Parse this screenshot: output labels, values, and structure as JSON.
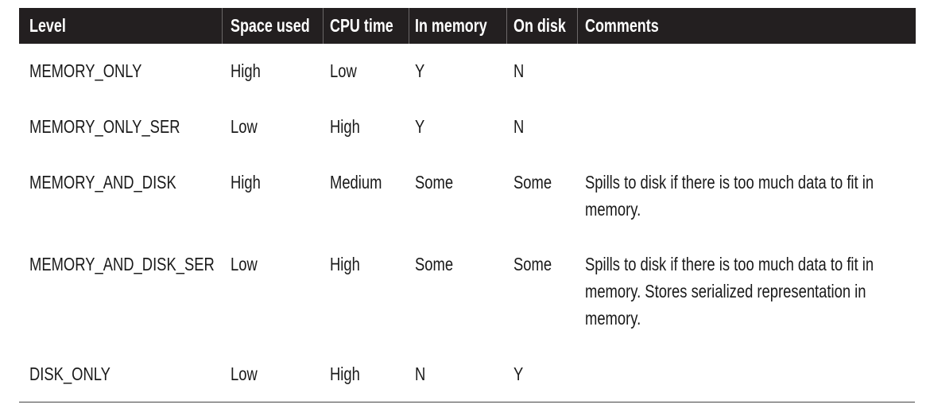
{
  "table": {
    "headers": [
      "Level",
      "Space used",
      "CPU time",
      "In memory",
      "On disk",
      "Comments"
    ],
    "rows": [
      {
        "level": "MEMORY_ONLY",
        "space": "High",
        "cpu": "Low",
        "memory": "Y",
        "disk": "N",
        "comments": []
      },
      {
        "level": "MEMORY_ONLY_SER",
        "space": "Low",
        "cpu": "High",
        "memory": "Y",
        "disk": "N",
        "comments": []
      },
      {
        "level": "MEMORY_AND_DISK",
        "space": "High",
        "cpu": "Medium",
        "memory": "Some",
        "disk": "Some",
        "comments": [
          "Spills to disk if there is too much data to fit in",
          "memory."
        ]
      },
      {
        "level": "MEMORY_AND_DISK_SER",
        "space": "Low",
        "cpu": "High",
        "memory": "Some",
        "disk": "Some",
        "comments": [
          "Spills to disk if there is too much data to fit in",
          "memory. Stores serialized representation in",
          "memory."
        ]
      },
      {
        "level": "DISK_ONLY",
        "space": "Low",
        "cpu": "High",
        "memory": "N",
        "disk": "Y",
        "comments": []
      }
    ]
  }
}
